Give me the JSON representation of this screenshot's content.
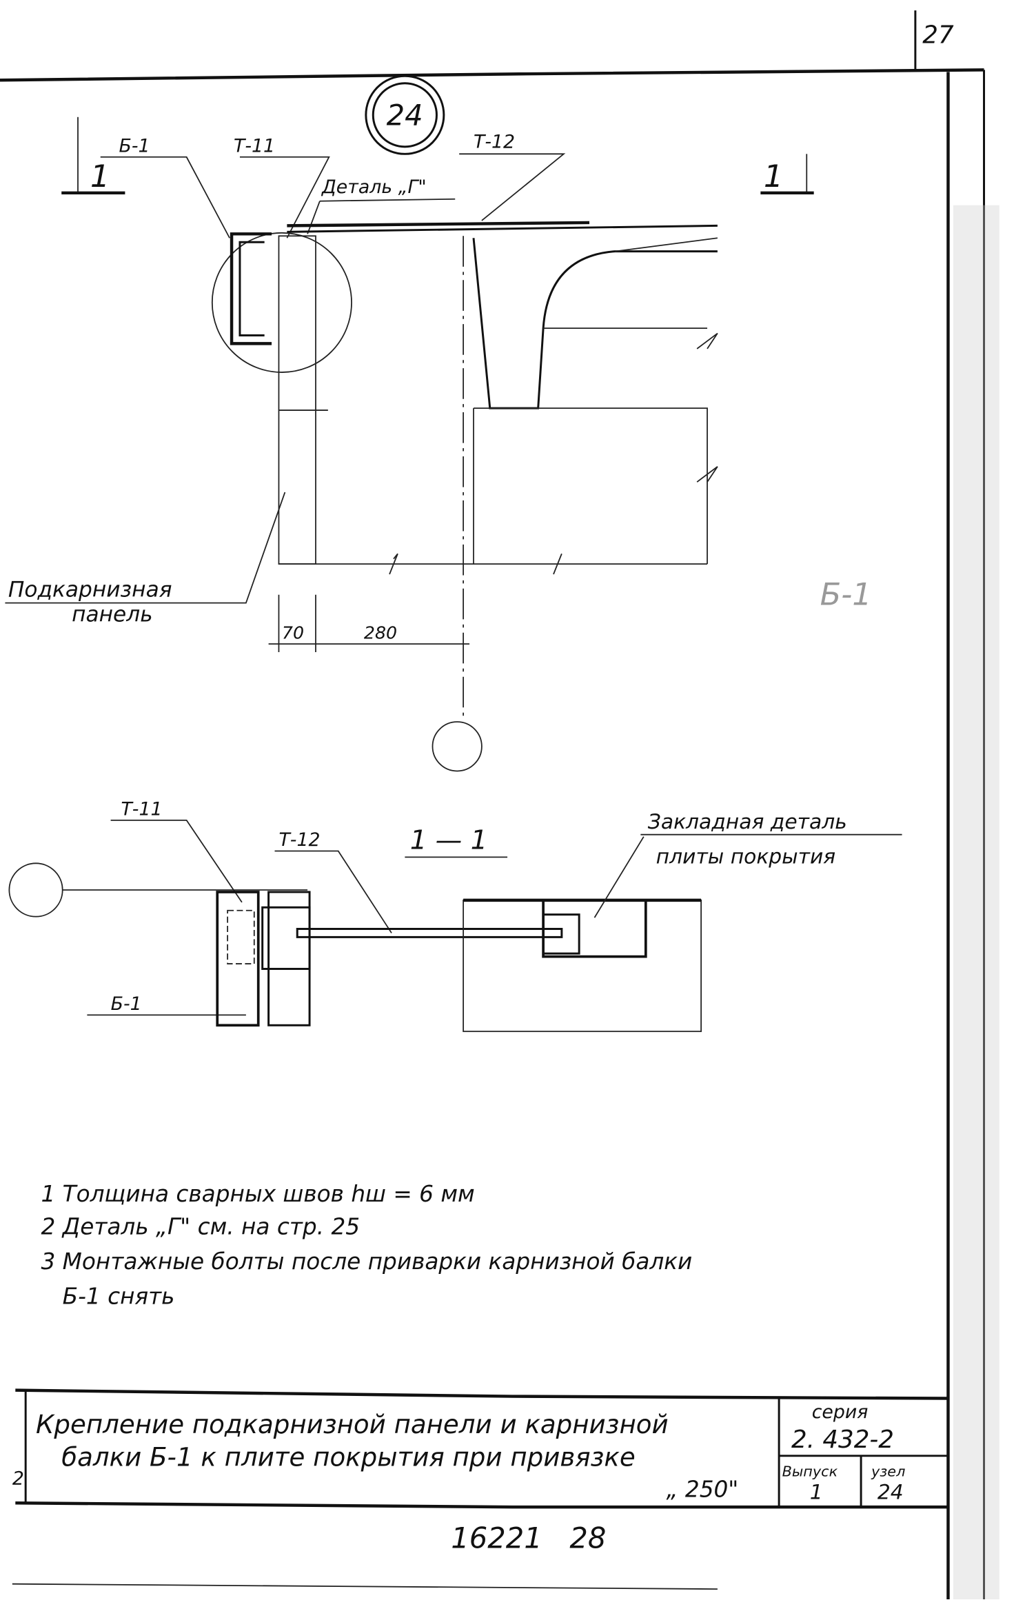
{
  "sheet": {
    "page_number": "27",
    "node_marker": "24",
    "footer_number": "16221   28"
  },
  "plan_view": {
    "section_mark_left": "1",
    "section_mark_right": "1",
    "label_b1": "Б-1",
    "label_t11": "Т-11",
    "label_t12": "Т-12",
    "label_detail": "Деталь „Г\"",
    "panel_label_line1": "Подкарнизная",
    "panel_label_line2": "панель",
    "dim_70": "70",
    "dim_280": "280",
    "pencil_note": "Б-1"
  },
  "section_view": {
    "title": "1 — 1",
    "label_t11": "Т-11",
    "label_t12": "Т-12",
    "label_b1": "Б-1",
    "embed_label_line1": "Закладная деталь",
    "embed_label_line2": "плиты покрытия"
  },
  "notes": [
    "1 Толщина сварных швов  hш = 6 мм",
    "2 Деталь „Г\" см. на стр. 25",
    "3 Монтажные болты после приварки карнизной балки",
    "   Б-1 снять"
  ],
  "title_block": {
    "title_line1": "Крепление подкарнизной панели и карнизной",
    "title_line2": "балки Б-1 к плите покрытия при привязке",
    "title_line3": "„ 250\"",
    "series_label": "серия",
    "series_value": "2. 432-2",
    "issue_label": "Выпуск",
    "issue_value": "1",
    "node_label": "узел",
    "node_value": "24",
    "side_mark": "2"
  }
}
